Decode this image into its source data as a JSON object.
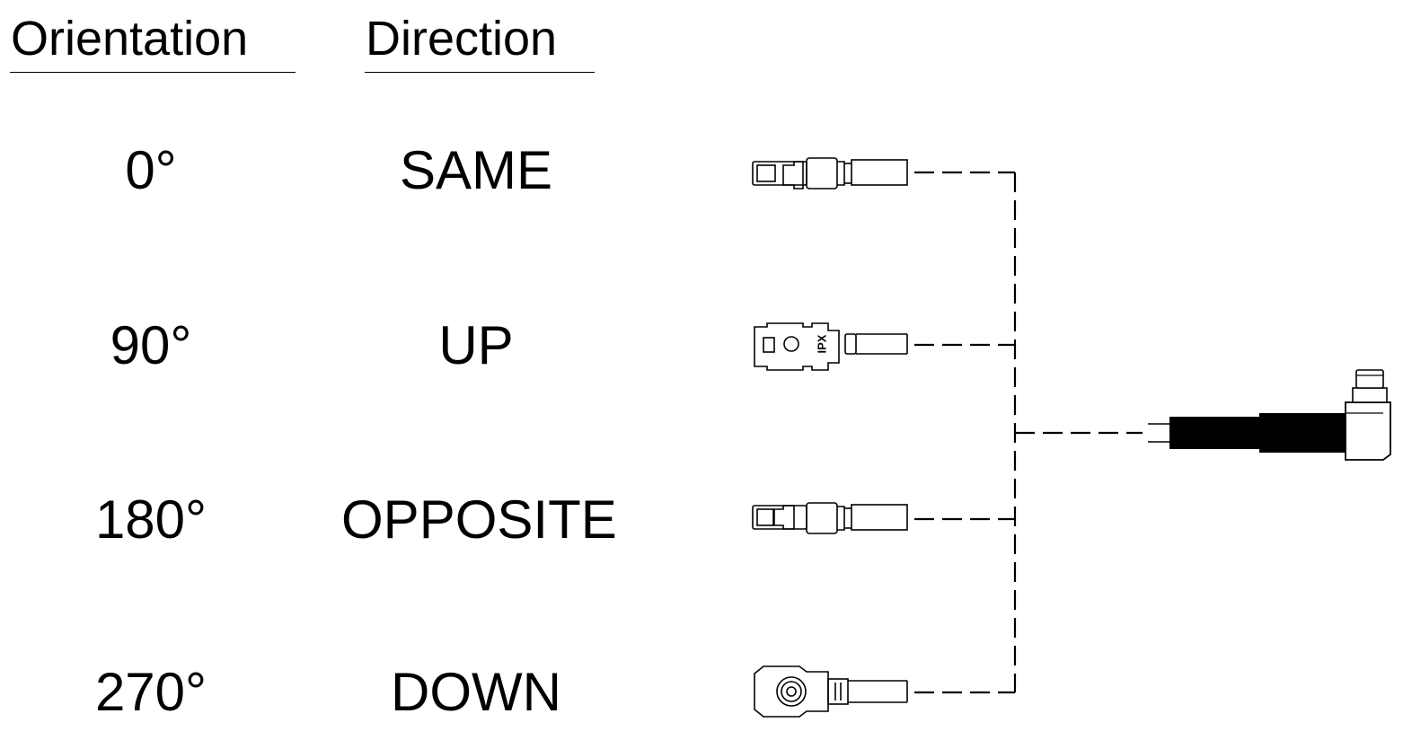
{
  "headers": {
    "orientation": "Orientation",
    "direction": "Direction"
  },
  "rows": [
    {
      "orientation": "0°",
      "direction": "SAME"
    },
    {
      "orientation": "90°",
      "direction": "UP"
    },
    {
      "orientation": "180°",
      "direction": "OPPOSITE"
    },
    {
      "orientation": "270°",
      "direction": "DOWN"
    }
  ],
  "connector_marking": "IPX"
}
